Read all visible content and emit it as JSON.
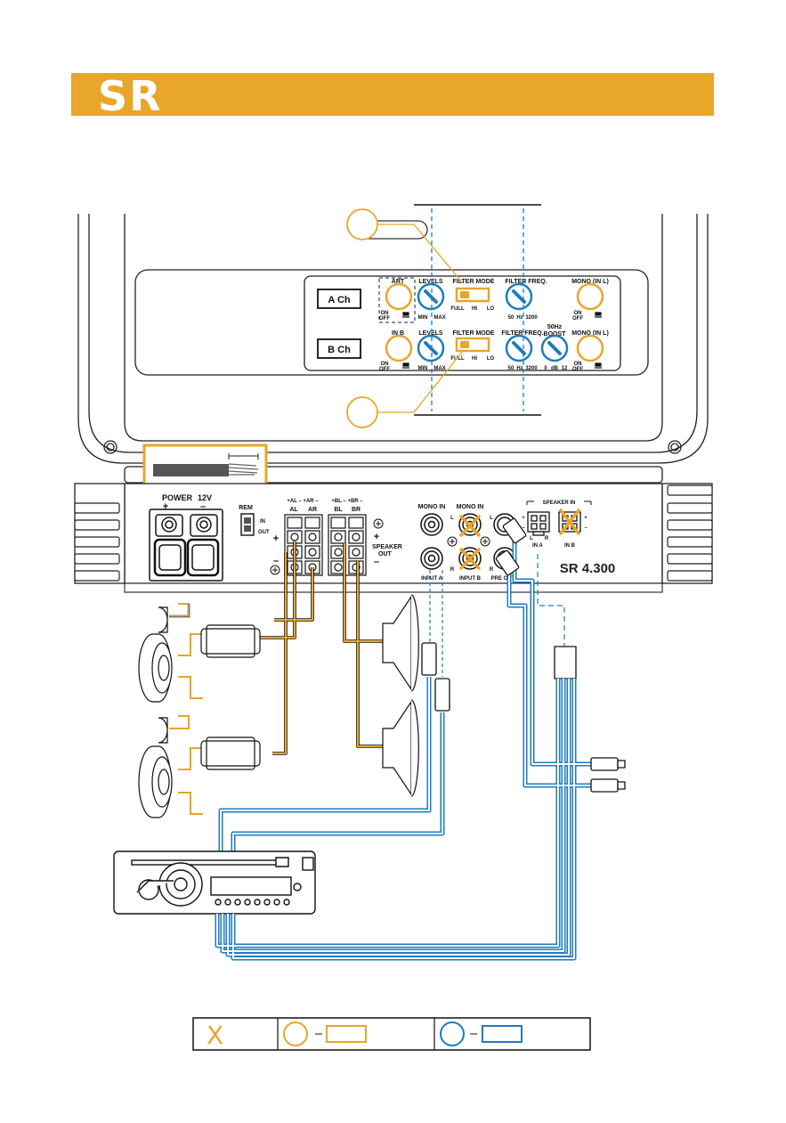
{
  "header": {
    "logo_text": "SR",
    "bar_color": "#E8A62A"
  },
  "colors": {
    "orange": "#E8A62A",
    "blue": "#1E7CC0",
    "black": "#111111"
  },
  "panel": {
    "rows": [
      {
        "channel_label": "A Ch",
        "art_label": "ART",
        "art_on": "ON",
        "art_off": "OFF",
        "levels_label": "LEVELS",
        "levels_min": "MIN",
        "levels_max": "MAX",
        "filter_mode_label": "FILTER MODE",
        "filter_full": "FULL",
        "filter_hi": "HI",
        "filter_lo": "LO",
        "filter_freq_label": "FILTER FREQ.",
        "freq_min": "50",
        "freq_unit": "Hz",
        "freq_max": "3200",
        "mono_label": "MONO (IN L)",
        "mono_on": "ON",
        "mono_off": "OFF"
      },
      {
        "channel_label": "B Ch",
        "in_label": "IN B",
        "in_on": "ON",
        "in_off": "OFF",
        "levels_label": "LEVELS",
        "levels_min": "MIN",
        "levels_max": "MAX",
        "filter_mode_label": "FILTER MODE",
        "filter_full": "FULL",
        "filter_hi": "HI",
        "filter_lo": "LO",
        "filter_freq_label": "FILTER FREQ.",
        "freq_min": "50",
        "freq_unit": "Hz",
        "freq_max": "3200",
        "boost_title_1": "50Hz",
        "boost_title_2": "BOOST",
        "boost_min": "0",
        "boost_unit": "dB",
        "boost_max": "12",
        "mono_label": "MONO (IN L)",
        "mono_on": "ON",
        "mono_off": "OFF"
      }
    ]
  },
  "connectors": {
    "power_label": "POWER",
    "power_voltage": "12V",
    "power_plus": "+",
    "power_minus": "–",
    "rem_label": "REM",
    "rem_in": "IN",
    "rem_out": "OUT",
    "speaker_a_header": "+AL – +AR –",
    "speaker_a_names": [
      "AL",
      "AR"
    ],
    "speaker_b_header": "+BL – +BR –",
    "speaker_b_names": [
      "BL",
      "BR"
    ],
    "speaker_out_label_1": "SPEAKER",
    "speaker_out_label_2": "OUT",
    "plus_sign": "+",
    "minus_sign": "–",
    "mono_in_label_1": "MONO IN",
    "mono_in_label_2": "MONO IN",
    "input_a_label": "INPUT A",
    "input_b_label": "INPUT B",
    "pre_out_label": "PRE OUT",
    "ch_l": "L",
    "ch_r": "R",
    "speaker_in_label": "SPEAKER IN",
    "speaker_in_a": "IN A",
    "speaker_in_b": "IN B",
    "model": "SR 4.300"
  },
  "legend": {
    "x_symbol": "X"
  }
}
